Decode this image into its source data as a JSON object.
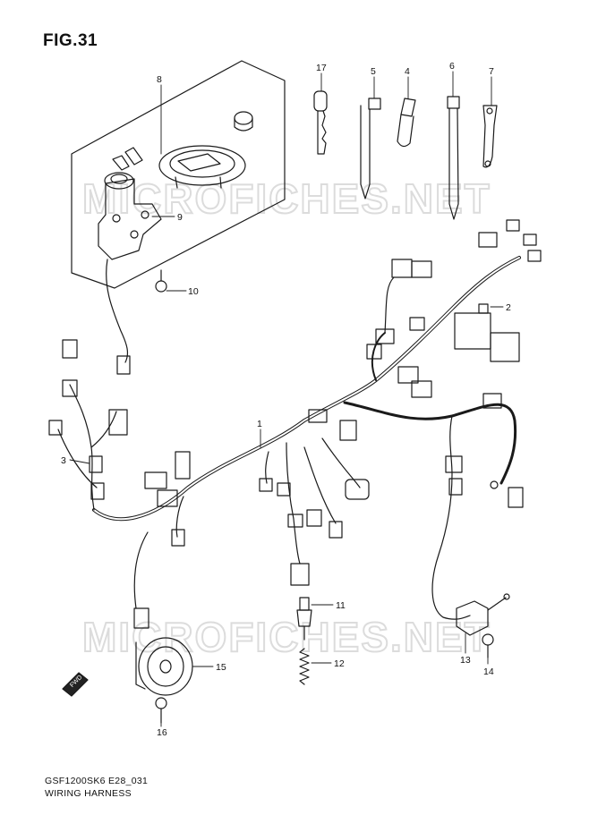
{
  "figure": {
    "title": "FIG.31"
  },
  "footer": {
    "model_code": "GSF1200SK6 E28_031",
    "section_title": "WIRING HARNESS"
  },
  "watermark": "MICROFICHES.NET",
  "fwd_label": "FWD",
  "callouts": {
    "p1": "1",
    "p2": "2",
    "p3": "3",
    "p4": "4",
    "p5": "5",
    "p6": "6",
    "p7": "7",
    "p8": "8",
    "p9": "9",
    "p10": "10",
    "p11": "11",
    "p12": "12",
    "p13": "13",
    "p14": "14",
    "p15": "15",
    "p16": "16",
    "p17": "17"
  },
  "colors": {
    "line": "#1a1a1a",
    "watermark": "#dcdcdc"
  }
}
